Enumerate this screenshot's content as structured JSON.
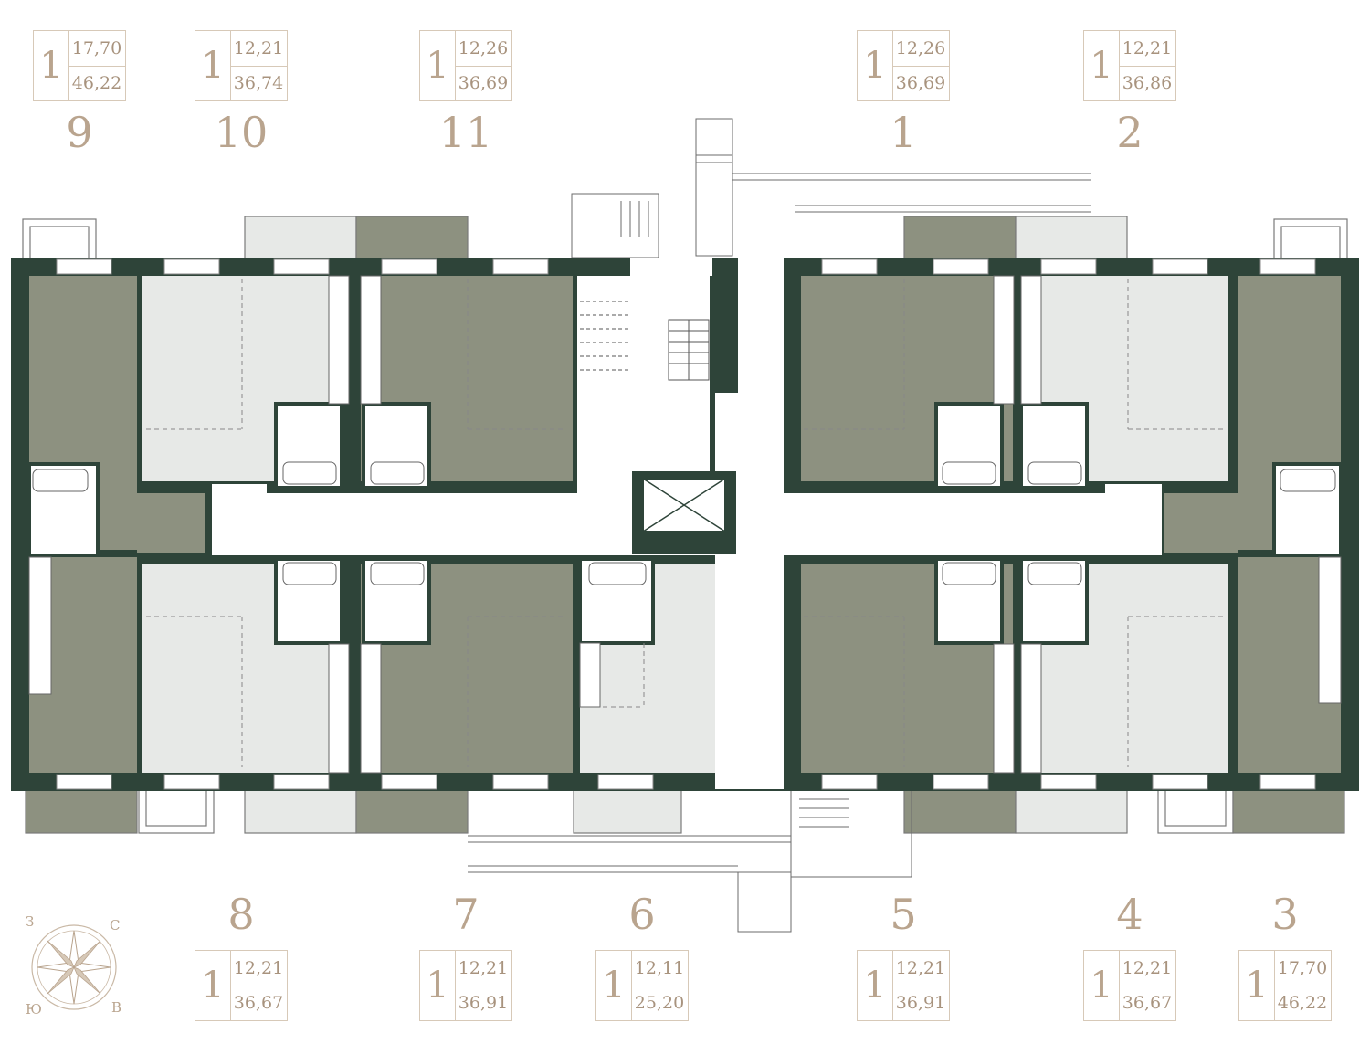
{
  "colors": {
    "wall": "#2e4439",
    "dark_unit": "#8d9180",
    "light_unit": "#e7e9e7",
    "label_border": "#d7c9b8",
    "label_text": "#b9a48e"
  },
  "apartments": [
    {
      "number": "9",
      "rooms": "1",
      "living_area": "17,70",
      "total_area": "46,22"
    },
    {
      "number": "10",
      "rooms": "1",
      "living_area": "12,21",
      "total_area": "36,74"
    },
    {
      "number": "11",
      "rooms": "1",
      "living_area": "12,26",
      "total_area": "36,69"
    },
    {
      "number": "1",
      "rooms": "1",
      "living_area": "12,26",
      "total_area": "36,69"
    },
    {
      "number": "2",
      "rooms": "1",
      "living_area": "12,21",
      "total_area": "36,86"
    },
    {
      "number": "8",
      "rooms": "1",
      "living_area": "12,21",
      "total_area": "36,67"
    },
    {
      "number": "7",
      "rooms": "1",
      "living_area": "12,21",
      "total_area": "36,91"
    },
    {
      "number": "6",
      "rooms": "1",
      "living_area": "12,11",
      "total_area": "25,20"
    },
    {
      "number": "5",
      "rooms": "1",
      "living_area": "12,21",
      "total_area": "36,91"
    },
    {
      "number": "4",
      "rooms": "1",
      "living_area": "12,21",
      "total_area": "36,67"
    },
    {
      "number": "3",
      "rooms": "1",
      "living_area": "17,70",
      "total_area": "46,22"
    }
  ],
  "compass": {
    "north": "С",
    "south": "Ю",
    "east": "В",
    "west": "З"
  }
}
